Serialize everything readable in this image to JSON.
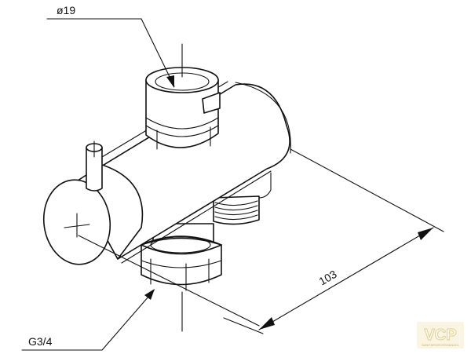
{
  "labels": {
    "diameter": "ø19",
    "length": "103",
    "thread": "G3/4"
  },
  "watermark": {
    "brand": "VCP",
    "tagline": "SANITÄRGROSSHANDEL"
  },
  "colors": {
    "line": "#111111",
    "watermark": "#e6d49a"
  }
}
